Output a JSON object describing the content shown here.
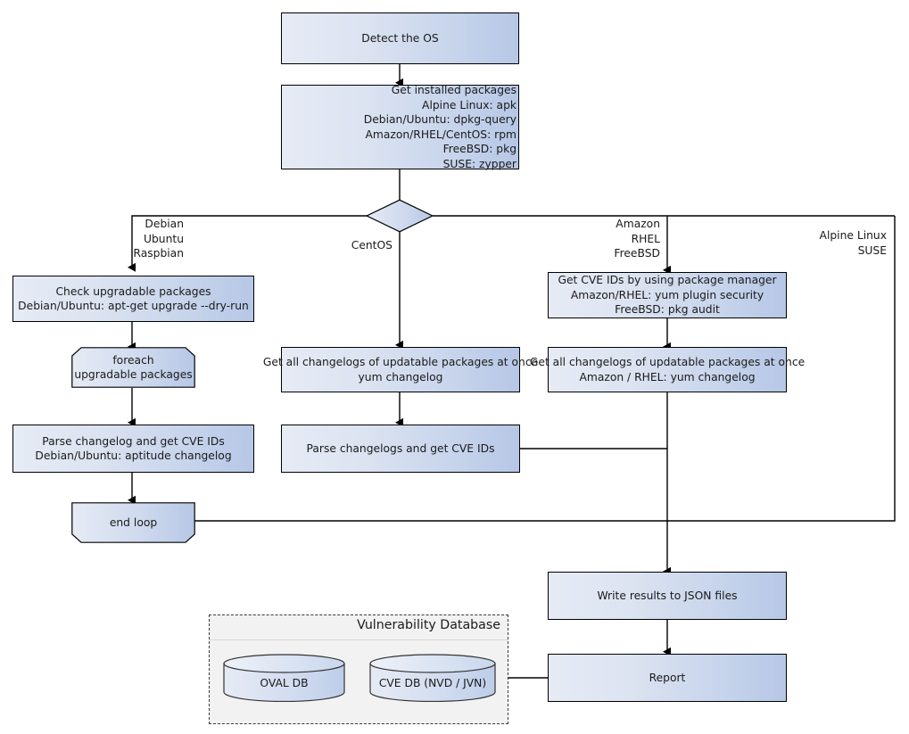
{
  "diagram": {
    "title": "Vulnerability scanning flowchart",
    "colors": {
      "node_fill_light": "#e6ebf5",
      "node_fill_dark": "#b6c7e6",
      "node_border": "#000000",
      "group_fill": "#f2f2f2",
      "group_border": "#3a3a3a",
      "edge": "#000000"
    }
  },
  "nodes": {
    "detect_os": {
      "label": "Detect the OS"
    },
    "get_installed_packages": {
      "lines": [
        "Get installed packages",
        "Alpine Linux: apk",
        "Debian/Ubuntu: dpkg-query",
        "Amazon/RHEL/CentOS: rpm",
        "FreeBSD: pkg",
        "SUSE: zypper"
      ]
    },
    "os_decision": {
      "label": ""
    },
    "check_upgradable": {
      "lines": [
        "Check upgradable packages",
        "Debian/Ubuntu: apt-get upgrade --dry-run"
      ]
    },
    "foreach_loop": {
      "lines": [
        "foreach",
        "upgradable  packages"
      ]
    },
    "parse_changelog_deb": {
      "lines": [
        "Parse changelog and get  CVE IDs",
        "Debian/Ubuntu: aptitude changelog"
      ]
    },
    "end_loop": {
      "label": "end loop"
    },
    "changelogs_centos": {
      "lines": [
        "Get all changelogs of updatable packages at once",
        "yum changelog"
      ]
    },
    "parse_changelogs_centos": {
      "label": "Parse changelogs and get CVE IDs"
    },
    "get_cve_ids_pkgmgr": {
      "lines": [
        "Get CVE IDs by using package manager",
        "Amazon/RHEL: yum plugin security",
        "FreeBSD: pkg audit"
      ]
    },
    "changelogs_amazon": {
      "lines": [
        "Get all changelogs of updatable packages at once",
        "Amazon / RHEL: yum changelog"
      ]
    },
    "write_results": {
      "label": "Write results to JSON files"
    },
    "report": {
      "label": "Report"
    }
  },
  "branch_labels": {
    "debian": "Debian\nUbuntu\nRaspbian",
    "centos": "CentOS",
    "amazon": "Amazon\nRHEL\nFreeBSD",
    "alpine": "Alpine Linux\nSUSE"
  },
  "vulnerability_database": {
    "title": "Vulnerability Database",
    "databases": [
      {
        "label": "OVAL DB"
      },
      {
        "label": "CVE DB (NVD / JVN)"
      }
    ]
  }
}
